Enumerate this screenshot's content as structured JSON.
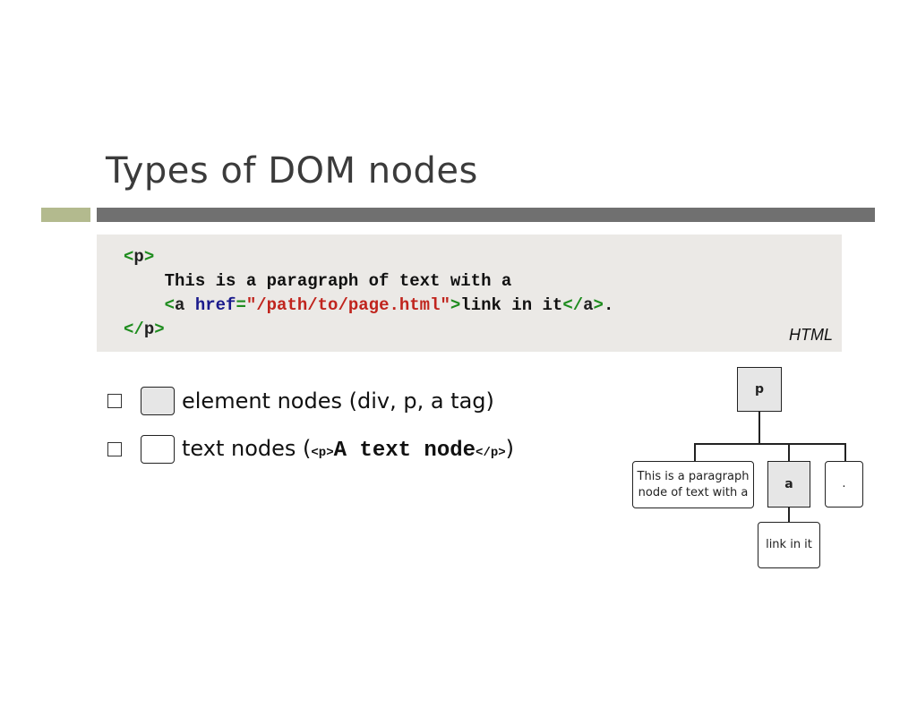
{
  "slide": {
    "title": "Types of DOM nodes",
    "accent_color": "#b3ba8e",
    "bar_color": "#707070"
  },
  "code_block": {
    "lines": [
      [
        "<",
        "p",
        ">"
      ],
      "This is a paragraph of text with a",
      [
        "<",
        "a",
        " ",
        "href",
        "=",
        "\"/path/to/page.html\"",
        ">",
        "link in it",
        "</",
        "a",
        ">",
        "."
      ],
      [
        "</",
        "p",
        ">"
      ]
    ],
    "language_label": "HTML"
  },
  "legend": {
    "element_label": "element nodes (div, p, a tag)",
    "text_label_prefix": "text nodes (",
    "text_label_open_tag": "<p>",
    "text_label_code": "A text node",
    "text_label_close_tag": "</p>",
    "text_label_suffix": ")"
  },
  "tree": {
    "root": "p",
    "child_text1_line1": "This is a paragraph",
    "child_text1_line2": "node of text with a",
    "child_element": "a",
    "child_text2": ".",
    "grandchild_text": "link in it"
  }
}
